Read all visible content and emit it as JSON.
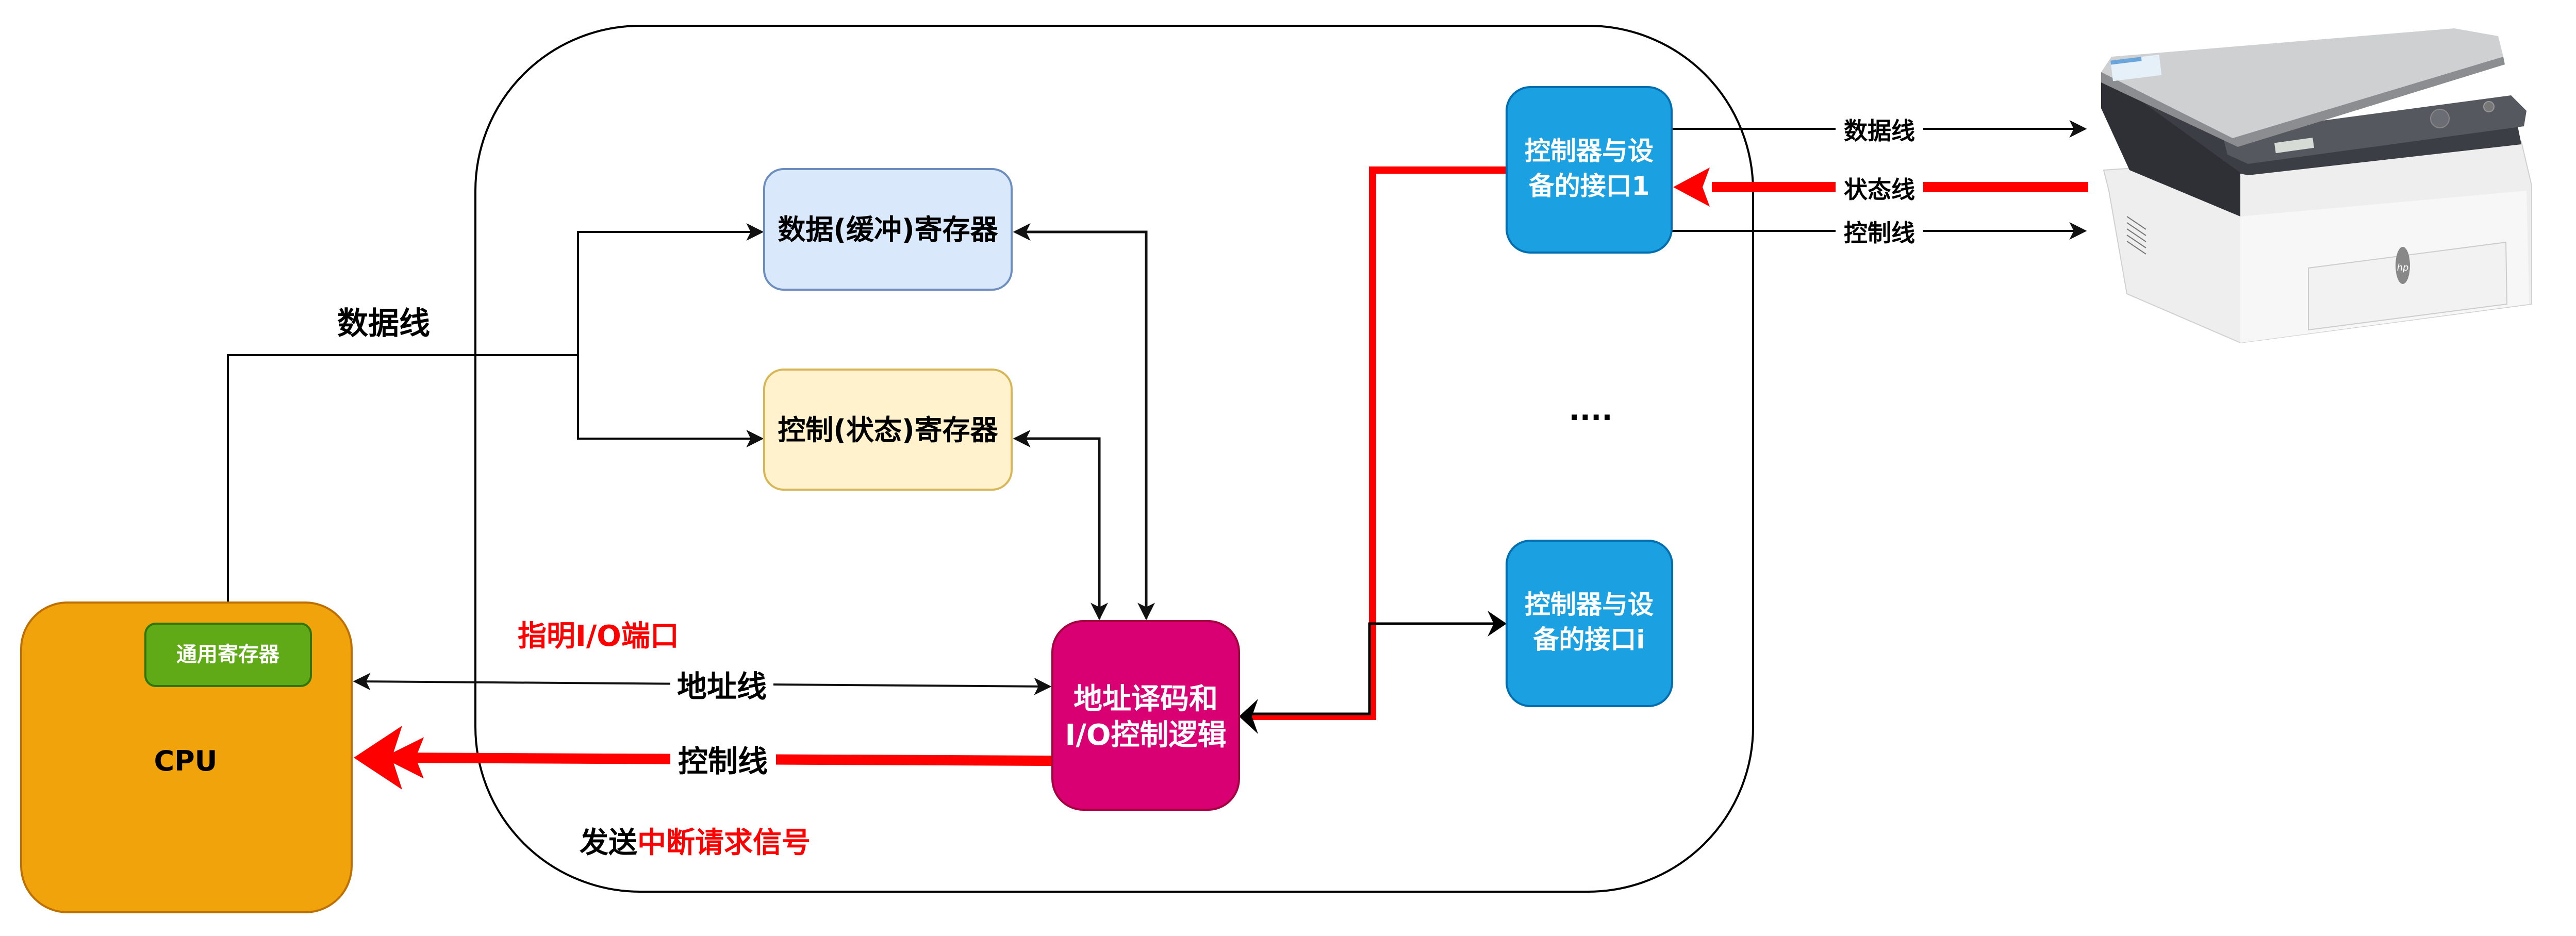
{
  "colors": {
    "data_register_fill": "#dae8fc",
    "data_register_stroke": "#6c8ebf",
    "control_register_fill": "#fff2cc",
    "control_register_stroke": "#d6b656",
    "cpu_fill": "#f0a30a",
    "cpu_stroke": "#bd7000",
    "general_register_fill": "#60a917",
    "general_register_stroke": "#2d7600",
    "address_logic_fill": "#d80073",
    "address_logic_stroke": "#a50040",
    "interface_fill": "#1ba1e2",
    "interface_stroke": "#006eaf",
    "highlight_red": "#ff0000",
    "line_black": "#000000"
  },
  "nodes": {
    "data_register": "数据(缓冲)寄存器",
    "control_register": "控制(状态)寄存器",
    "address_logic": [
      "地址译码和",
      "I/O控制逻辑"
    ],
    "interface_1": [
      "控制器与设",
      "备的接口1"
    ],
    "interface_i": [
      "控制器与设",
      "备的接口i"
    ],
    "ellipsis": "....",
    "cpu": "CPU",
    "general_register": "通用寄存器",
    "device": "printer"
  },
  "labels": {
    "cpu_data_line": "数据线",
    "address_line": "地址线",
    "control_line": "控制线",
    "indicate_port": "指明I/O端口",
    "send_prefix": "发送",
    "send_highlight": "中断请求信号",
    "device_data_line": "数据线",
    "device_status_line": "状态线",
    "device_control_line": "控制线"
  }
}
